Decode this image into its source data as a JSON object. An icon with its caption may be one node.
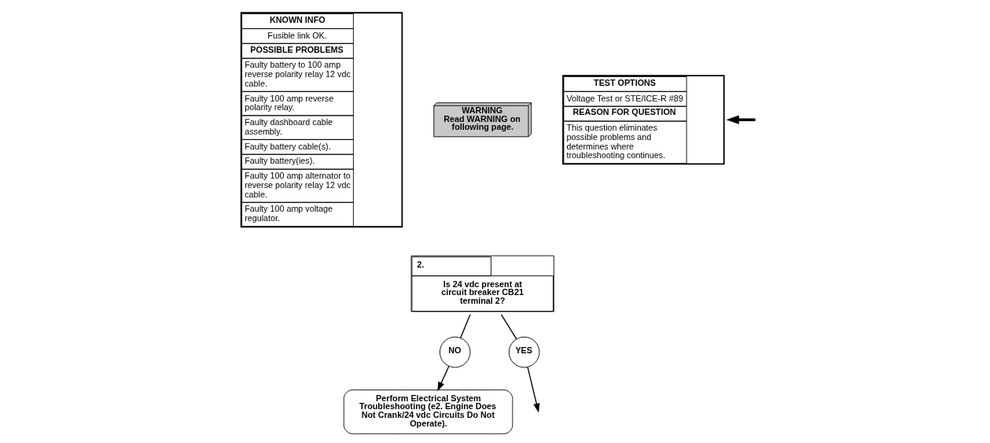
{
  "diagram": {
    "nodes": [
      {
        "text": [
          "KNOWN INFO",
          "Fusible link OK.",
          "POSSIBLE PROBLEMS",
          "Faulty battery to 100 amp reverse polarity relay 12 vdc cable.",
          "Faulty 100 amp reverse polarity relay.",
          "Faulty dashboard cable assembly.",
          "Faulty battery cable(s).",
          "Faulty battery(ies).",
          "Faulty 100 amp alternator to reverse polarity relay 12 vdc cable.",
          "Faulty 100 amp voltage regulator."
        ]
      },
      {
        "text": [
          "WARNING",
          "Read WARNING on following page."
        ]
      },
      {
        "text": [
          "2.",
          "Is 24 vdc present at circuit breaker CB21 terminal 2?"
        ]
      },
      {
        "text": [
          "TEST OPTIONS",
          "Voltage Test or STE/ICE-R #89",
          "REASON FOR QUESTION",
          "This question eliminates possible problems and determines where troubleshooting continues."
        ]
      },
      {
        "text": [
          "NO"
        ]
      },
      {
        "text": [
          "Perform Electrical System Troubleshooting (e2. Engine Does Not Crank/24 vdc Circuits Do Not Operate)."
        ]
      },
      {
        "text": [
          "YES"
        ]
      }
    ],
    "edges": [
      {
        "from": null,
        "to": 3,
        "arrow": "to",
        "style": "thick"
      },
      {
        "from": 2,
        "to": 4,
        "arrow": "none"
      },
      {
        "from": 4,
        "to": 5,
        "arrow": "to"
      },
      {
        "from": 2,
        "to": 6,
        "arrow": "none"
      },
      {
        "from": 6,
        "to": null,
        "arrow": "to"
      }
    ]
  }
}
